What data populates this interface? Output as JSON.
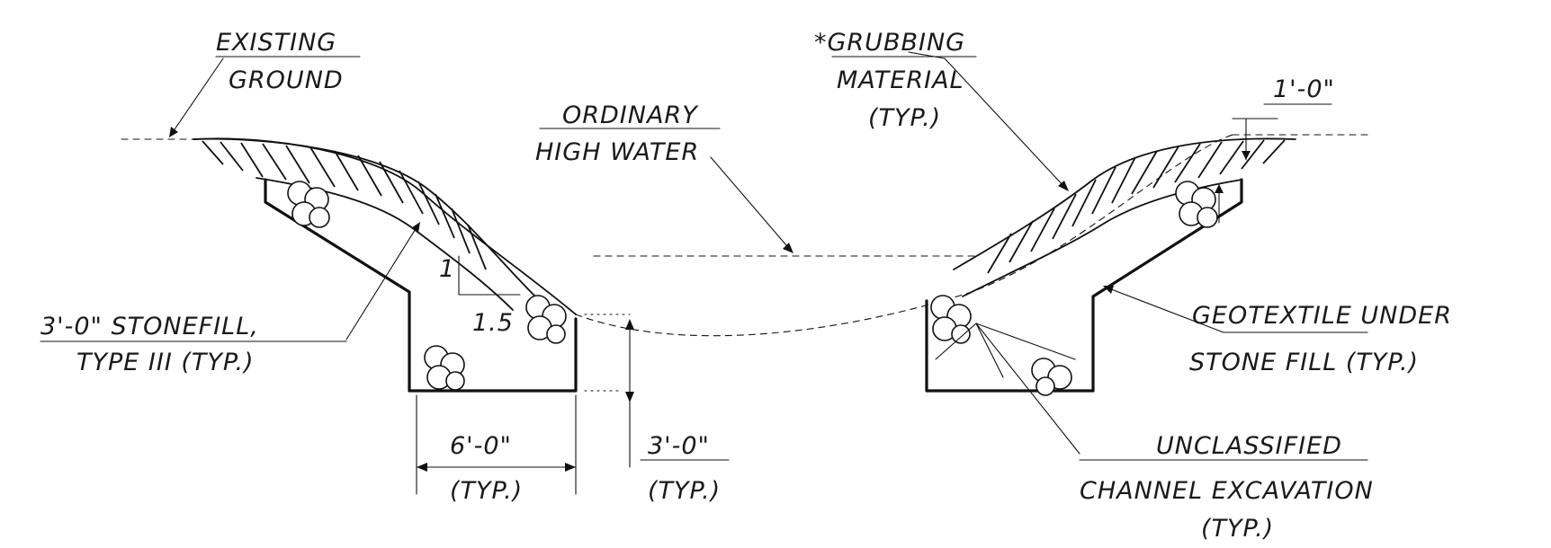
{
  "labels": {
    "existing_ground_1": "EXISTING",
    "existing_ground_2": "GROUND",
    "grubbing_1": "*GRUBBING",
    "grubbing_2": "MATERIAL",
    "grubbing_3": "(TYP.)",
    "ordinary_hw_1": "ORDINARY",
    "ordinary_hw_2": "HIGH WATER",
    "one_foot": "1'-0\"",
    "stonefill_1": "3'-0\" STONEFILL,",
    "stonefill_2": "TYPE III (TYP.)",
    "geotextile_1": "GEOTEXTILE UNDER",
    "geotextile_2": "STONE FILL (TYP.)",
    "slope_rise": "1",
    "slope_run": "1.5",
    "six_foot": "6'-0\"",
    "six_foot_typ": "(TYP.)",
    "three_foot": "3'-0\"",
    "three_foot_typ": "(TYP.)",
    "unclassified_1": "UNCLASSIFIED",
    "unclassified_2": "CHANNEL EXCAVATION",
    "unclassified_3": "(TYP.)"
  }
}
